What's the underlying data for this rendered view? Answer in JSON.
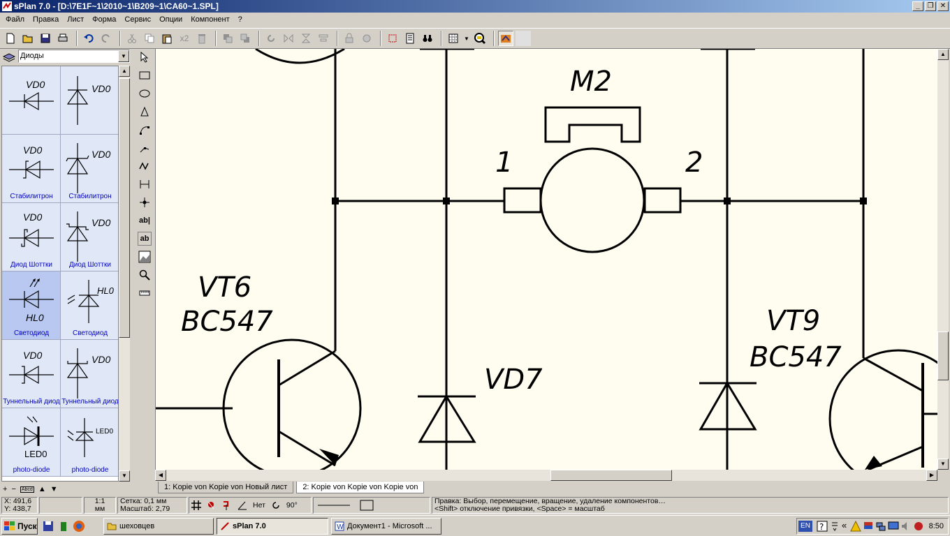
{
  "window": {
    "title": "sPlan 7.0 - [D:\\7E1F~1\\2010~1\\B209~1\\CA60~1.SPL]",
    "minimize": "_",
    "restore": "❐",
    "close": "✕"
  },
  "menu": [
    "Файл",
    "Правка",
    "Лист",
    "Форма",
    "Сервис",
    "Опции",
    "Компонент",
    "?"
  ],
  "toolbar": {
    "times2": "x2"
  },
  "library": {
    "selected": "Диоды",
    "cells": [
      {
        "label": "",
        "ref": "VD0"
      },
      {
        "label": "",
        "ref": "VD0"
      },
      {
        "label": "Стабилитрон",
        "ref": "VD0"
      },
      {
        "label": "Стабилитрон",
        "ref": "VD0"
      },
      {
        "label": "Диод Шоттки",
        "ref": "VD0"
      },
      {
        "label": "Диод Шоттки",
        "ref": "VD0"
      },
      {
        "label": "Светодиод",
        "ref": "HL0"
      },
      {
        "label": "Светодиод",
        "ref": "HL0"
      },
      {
        "label": "Туннельный диод",
        "ref": "VD0"
      },
      {
        "label": "Туннельный диод",
        "ref": "VD0"
      },
      {
        "label": "photo-diode",
        "ref": "LED0"
      },
      {
        "label": "photo-diode",
        "ref": "LED0"
      }
    ],
    "bottom": {
      "plus": "+",
      "minus": "−",
      "abcd": "Abcd",
      "up": "▲",
      "down": "▼"
    }
  },
  "tools": {
    "text_a": "ab|",
    "text_b": "ab"
  },
  "schematic": {
    "motor_ref": "M2",
    "pin1": "1",
    "pin2": "2",
    "t1_ref": "VT6",
    "t1_val": "BC547",
    "diode_ref": "VD7",
    "t2_ref": "VT9",
    "t2_val": "BC547"
  },
  "tabs": [
    "1: Kopie von Kopie von Новый лист",
    "2: Kopie von Kopie von Kopie von"
  ],
  "status": {
    "x": "X: 491,6",
    "y": "Y: 438,7",
    "ratio": "1:1",
    "unit": "мм",
    "grid": "Сетка: 0,1 мм",
    "scale": "Масштаб: 2,79",
    "snap": "Нет",
    "angle": "90°",
    "hint1": "Правка: Выбор, перемещение, вращение, удаление компонентов…",
    "hint2": "<Shift> отключение привязки, <Space> = масштаб"
  },
  "taskbar": {
    "start": "Пуск",
    "tasks": [
      "шеховцев",
      "sPlan 7.0",
      "Документ1 - Microsoft ..."
    ],
    "lang": "EN",
    "clock": "8:50",
    "chev": "«"
  }
}
